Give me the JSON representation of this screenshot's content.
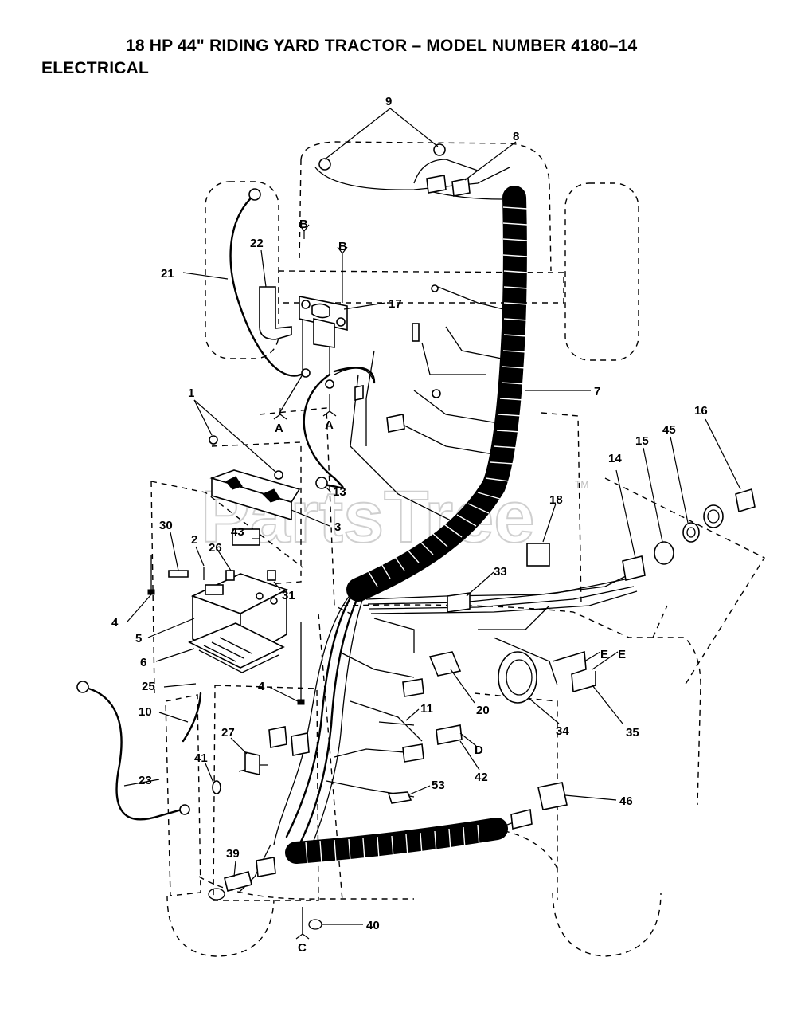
{
  "diagram": {
    "title": "18 HP 44\" RIDING YARD TRACTOR – MODEL NUMBER 4180–14",
    "section": "ELECTRICAL",
    "watermark": "PartsTree",
    "watermark_mark": "TM"
  },
  "callouts": [
    {
      "id": "c1",
      "label": "1"
    },
    {
      "id": "c2",
      "label": "2"
    },
    {
      "id": "c3",
      "label": "3"
    },
    {
      "id": "c4a",
      "label": "4"
    },
    {
      "id": "c4b",
      "label": "4"
    },
    {
      "id": "c5",
      "label": "5"
    },
    {
      "id": "c6",
      "label": "6"
    },
    {
      "id": "c7",
      "label": "7"
    },
    {
      "id": "c8",
      "label": "8"
    },
    {
      "id": "c9",
      "label": "9"
    },
    {
      "id": "c10",
      "label": "10"
    },
    {
      "id": "c11",
      "label": "11"
    },
    {
      "id": "c13",
      "label": "13"
    },
    {
      "id": "c14",
      "label": "14"
    },
    {
      "id": "c15",
      "label": "15"
    },
    {
      "id": "c16",
      "label": "16"
    },
    {
      "id": "c17",
      "label": "17"
    },
    {
      "id": "c18",
      "label": "18"
    },
    {
      "id": "c20",
      "label": "20"
    },
    {
      "id": "c21",
      "label": "21"
    },
    {
      "id": "c22",
      "label": "22"
    },
    {
      "id": "c23",
      "label": "23"
    },
    {
      "id": "c25",
      "label": "25"
    },
    {
      "id": "c26",
      "label": "26"
    },
    {
      "id": "c27",
      "label": "27"
    },
    {
      "id": "c30",
      "label": "30"
    },
    {
      "id": "c31",
      "label": "31"
    },
    {
      "id": "c33",
      "label": "33"
    },
    {
      "id": "c34",
      "label": "34"
    },
    {
      "id": "c35",
      "label": "35"
    },
    {
      "id": "c39",
      "label": "39"
    },
    {
      "id": "c40",
      "label": "40"
    },
    {
      "id": "c41",
      "label": "41"
    },
    {
      "id": "c42",
      "label": "42"
    },
    {
      "id": "c43",
      "label": "43"
    },
    {
      "id": "c45",
      "label": "45"
    },
    {
      "id": "c46",
      "label": "46"
    },
    {
      "id": "c53",
      "label": "53"
    }
  ],
  "connectors": {
    "A1": "A",
    "A2": "A",
    "B1": "B",
    "B2": "B",
    "C": "C",
    "D": "D",
    "E1": "E",
    "E2": "E"
  }
}
